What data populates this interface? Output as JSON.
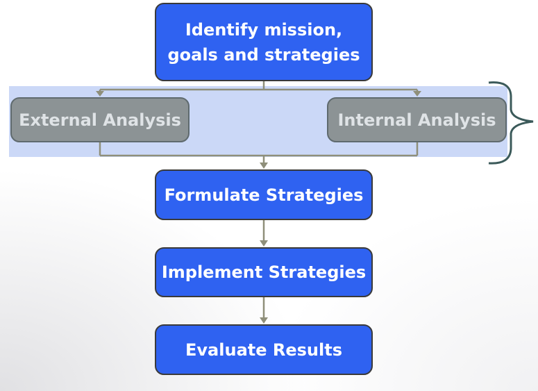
{
  "diagram": {
    "steps": {
      "identify": "Identify mission,\ngoals and strategies",
      "external": "External Analysis",
      "internal": "Internal Analysis",
      "formulate": "Formulate Strategies",
      "implement": "Implement Strategies",
      "evaluate": "Evaluate Results"
    }
  },
  "colors": {
    "primary_box": "#2f62f1",
    "analysis_box": "#8c9395",
    "analysis_band": "#cbd8f7",
    "connector": "#8f8f7a",
    "bracket": "#3b5a5a"
  }
}
